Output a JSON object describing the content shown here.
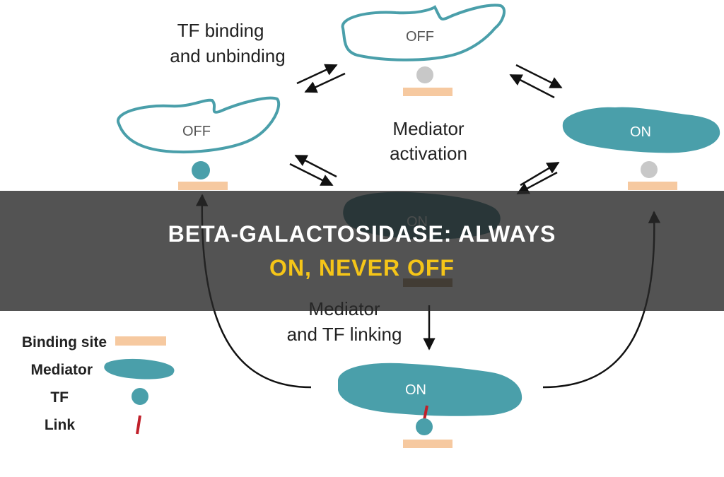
{
  "labels": {
    "tf_binding_1": "TF binding",
    "tf_binding_2": "and unbinding",
    "mediator_activation_1": "Mediator",
    "mediator_activation_2": "activation",
    "mediator_tf_linking_1": "Mediator",
    "mediator_tf_linking_2": "and TF linking"
  },
  "states": {
    "off": "OFF",
    "on": "ON"
  },
  "legend": {
    "binding_site": "Binding site",
    "mediator": "Mediator",
    "tf": "TF",
    "link": "Link"
  },
  "banner": {
    "line1": "BETA-GALACTOSIDASE: ALWAYS",
    "line2": "ON, NEVER OFF"
  },
  "colors": {
    "mediator": "#4a9faa",
    "tf_bound": "#4a9faa",
    "tf_unbound": "#c8c8c8",
    "binding_site": "#f6c9a0",
    "link": "#c0202a",
    "banner_line1": "#ffffff",
    "banner_line2": "#f5c518"
  }
}
